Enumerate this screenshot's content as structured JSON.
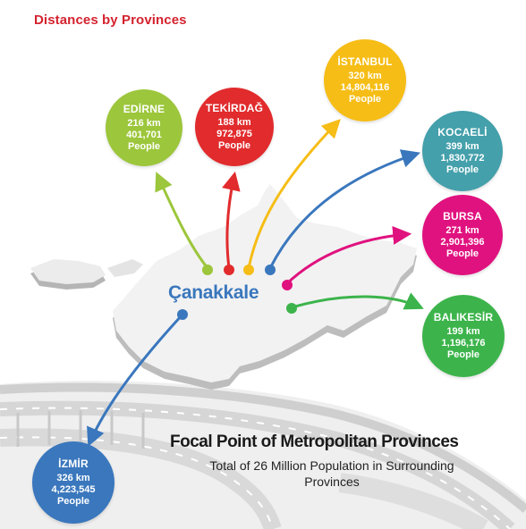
{
  "title": "Distances by Provinces",
  "center": "Çanakkale",
  "headline": "Focal Point of Metropolitan Provinces",
  "subline": "Total of 26 Million Population in Surrounding Provinces",
  "colors": {
    "title": "#d4232f",
    "center_label": "#3a77bd",
    "edirne": "#9cc63b",
    "tekirdag": "#e12b2d",
    "istanbul": "#f6bd16",
    "kocaeli": "#44a0ab",
    "bursa": "#e0127f",
    "balikesir": "#3cb44b",
    "izmir": "#3a77bd"
  },
  "provinces": [
    {
      "id": "edirne",
      "name": "EDİRNE",
      "distance": "216 km",
      "population": "401,701",
      "unit": "People"
    },
    {
      "id": "tekirdag",
      "name": "TEKİRDAĞ",
      "distance": "188 km",
      "population": "972,875",
      "unit": "People"
    },
    {
      "id": "istanbul",
      "name": "İSTANBUL",
      "distance": "320 km",
      "population": "14,804,116",
      "unit": "People"
    },
    {
      "id": "kocaeli",
      "name": "KOCAELİ",
      "distance": "399 km",
      "population": "1,830,772",
      "unit": "People"
    },
    {
      "id": "bursa",
      "name": "BURSA",
      "distance": "271 km",
      "population": "2,901,396",
      "unit": "People"
    },
    {
      "id": "balikesir",
      "name": "BALIKESİR",
      "distance": "199 km",
      "population": "1,196,176",
      "unit": "People"
    },
    {
      "id": "izmir",
      "name": "İZMİR",
      "distance": "326 km",
      "population": "4,223,545",
      "unit": "People"
    }
  ]
}
